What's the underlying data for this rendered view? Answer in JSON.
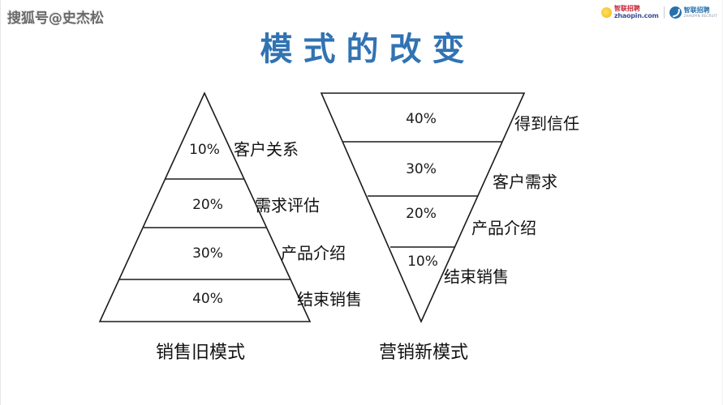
{
  "watermark": {
    "text": "搜狐号@史杰松"
  },
  "logos": {
    "left": {
      "word": "zhaopin.com",
      "cn": "智联招聘",
      "icon": "sun-icon"
    },
    "right": {
      "cn": "智联招聘",
      "sub": "ZHAOPIN RECRUIT",
      "icon": "swoosh-icon"
    }
  },
  "title": {
    "text": "模式的改变",
    "color": "#3173B3"
  },
  "chart_data": {
    "type": "funnel",
    "title": "模式的改变",
    "charts": [
      {
        "name": "销售旧模式",
        "shape": "pyramid",
        "caption": "销售旧模式",
        "segments": [
          {
            "percent": "10%",
            "value": 10,
            "label": "客户关系"
          },
          {
            "percent": "20%",
            "value": 20,
            "label": "需求评估"
          },
          {
            "percent": "30%",
            "value": 30,
            "label": "产品介绍"
          },
          {
            "percent": "40%",
            "value": 40,
            "label": "结束销售"
          }
        ]
      },
      {
        "name": "营销新模式",
        "shape": "inverted-pyramid",
        "caption": "营销新模式",
        "segments": [
          {
            "percent": "40%",
            "value": 40,
            "label": "得到信任"
          },
          {
            "percent": "30%",
            "value": 30,
            "label": "客户需求"
          },
          {
            "percent": "20%",
            "value": 20,
            "label": "产品介绍"
          },
          {
            "percent": "10%",
            "value": 10,
            "label": "结束销售"
          }
        ]
      }
    ],
    "stroke_color": "#1a1a1a",
    "fill_color": "#ffffff"
  }
}
